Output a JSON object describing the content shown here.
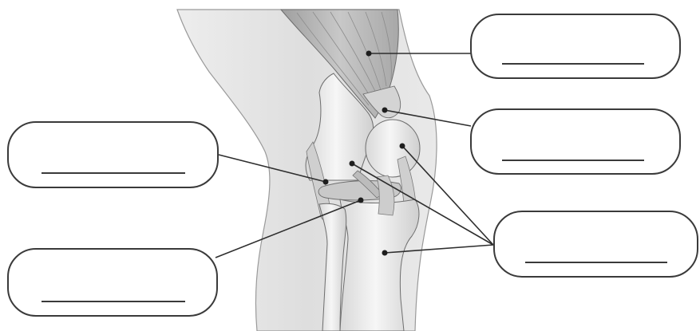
{
  "diagram": {
    "subject": "knee-joint-anatomy",
    "label_boxes": [
      {
        "id": "top-right",
        "answer": ""
      },
      {
        "id": "middle-right",
        "answer": ""
      },
      {
        "id": "lower-right",
        "answer": ""
      },
      {
        "id": "upper-left",
        "answer": ""
      },
      {
        "id": "lower-left",
        "answer": ""
      }
    ],
    "colors": {
      "outline": "#3a3a3a",
      "bone_fill": "#eeeeee",
      "skin_fill": "#e4e4e4",
      "muscle_fill": "#bdbdbd",
      "leader_line": "#2e2e2e",
      "background": "#ffffff"
    }
  }
}
